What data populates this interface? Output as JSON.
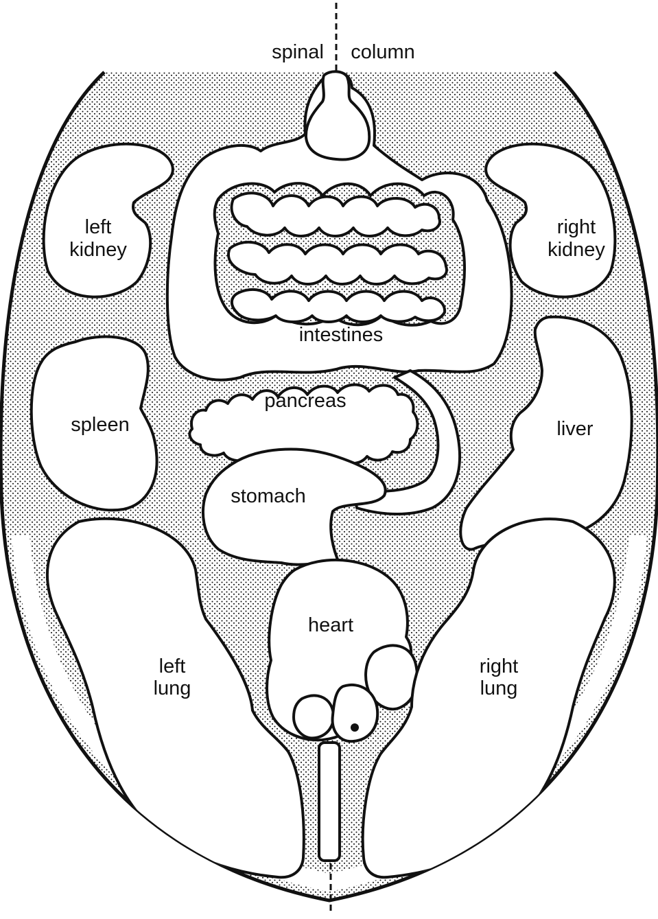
{
  "diagram": {
    "spine_label_left": "spinal",
    "spine_label_right": "column",
    "labels": {
      "left_kidney": [
        "left",
        "kidney"
      ],
      "right_kidney": [
        "right",
        "kidney"
      ],
      "intestines": "intestines",
      "pancreas": "pancreas",
      "spleen": "spleen",
      "liver": "liver",
      "stomach": "stomach",
      "heart": "heart",
      "left_lung": [
        "left",
        "lung"
      ],
      "right_lung": [
        "right",
        "lung"
      ]
    },
    "colors": {
      "ink": "#111111",
      "paper": "#ffffff",
      "stipple": "#111111"
    }
  }
}
